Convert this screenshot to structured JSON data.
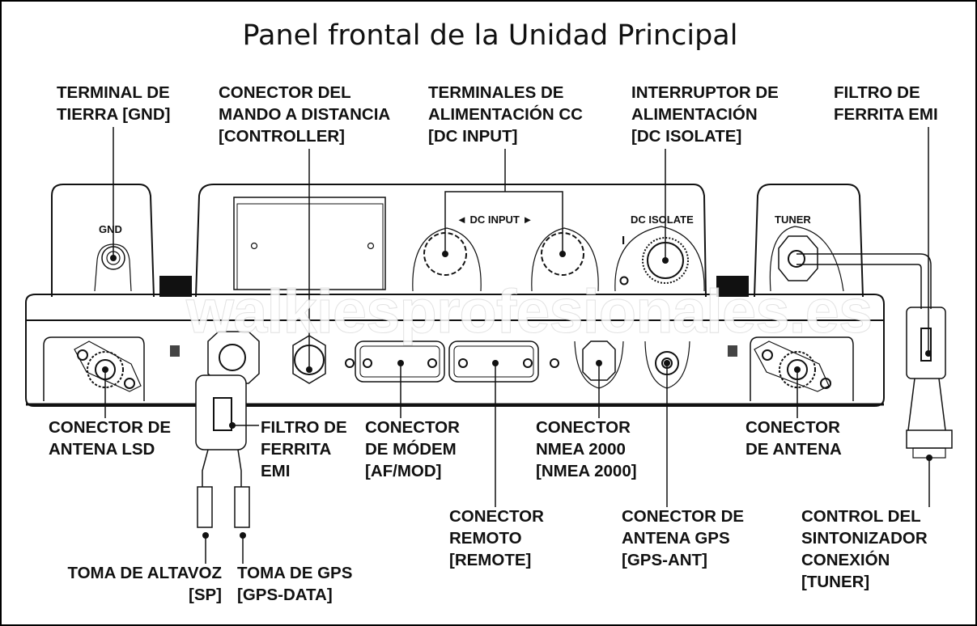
{
  "title": "Panel frontal de la Unidad Principal",
  "watermark": "walkiesprofesionales.es",
  "panel_markings": {
    "gnd": "GND",
    "dc_input": "◄ DC INPUT ►",
    "dc_isolate": "DC ISOLATE",
    "tuner": "TUNER",
    "on": "I",
    "off": "O"
  },
  "callouts": {
    "gnd": [
      "TERMINAL DE",
      "TIERRA [GND]"
    ],
    "controller": [
      "CONECTOR DEL",
      "MANDO A DISTANCIA",
      "[CONTROLLER]"
    ],
    "dc_input": [
      "TERMINALES DE",
      "ALIMENTACIÓN CC",
      "[DC INPUT]"
    ],
    "dc_isolate": [
      "INTERRUPTOR DE",
      "ALIMENTACIÓN",
      "[DC ISOLATE]"
    ],
    "ferrite_top": [
      "FILTRO DE",
      "FERRITA EMI"
    ],
    "dsc_antenna": [
      "CONECTOR DE",
      "ANTENA LSD"
    ],
    "ferrite_left": [
      "FILTRO DE",
      "FERRITA",
      "EMI"
    ],
    "modem": [
      "CONECTOR",
      "DE MÓDEM",
      "[AF/MOD]"
    ],
    "nmea": [
      "CONECTOR",
      "NMEA 2000",
      "[NMEA 2000]"
    ],
    "antenna": [
      "CONECTOR",
      "DE ANTENA"
    ],
    "remote": [
      "CONECTOR",
      "REMOTO",
      "[REMOTE]"
    ],
    "gps_ant": [
      "CONECTOR DE",
      "ANTENA GPS",
      "[GPS-ANT]"
    ],
    "tuner": [
      "CONTROL DEL",
      "SINTONIZADOR",
      "CONEXIÓN",
      "[TUNER]"
    ],
    "sp": [
      "TOMA DE ALTAVOZ",
      "[SP]"
    ],
    "gps_data": [
      "TOMA DE GPS",
      "[GPS-DATA]"
    ]
  }
}
